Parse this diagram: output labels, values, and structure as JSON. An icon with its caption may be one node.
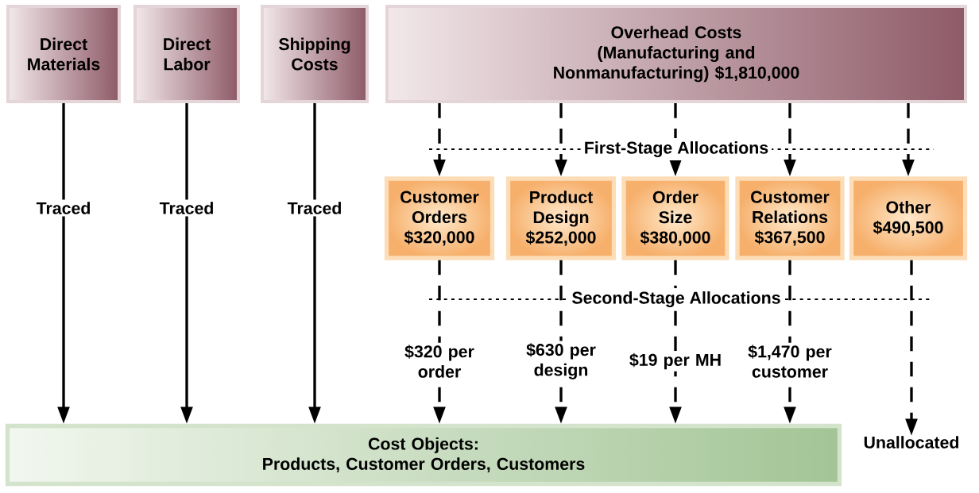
{
  "diagram": {
    "nodes": [
      {
        "text": [
          "Direct Materials"
        ]
      },
      {
        "text": [
          "Direct Labor"
        ]
      },
      {
        "text": [
          "Shipping Costs"
        ]
      },
      {
        "text": [
          "Overhead Costs",
          "(Manufacturing and Nonmanufacturing) $1,810,000"
        ]
      },
      {
        "text": [
          "Customer Orders $320,000"
        ]
      },
      {
        "text": [
          "Product Design $252,000"
        ]
      },
      {
        "text": [
          "Order Size $380,000"
        ]
      },
      {
        "text": [
          "Customer Relations $367,500"
        ]
      },
      {
        "text": [
          "Other $490,500"
        ]
      },
      {
        "text": [
          "Cost Objects:",
          "Products, Customer Orders, Customers"
        ]
      },
      {
        "text": [
          "Unallocated"
        ]
      }
    ],
    "edges": [
      {
        "from": 0,
        "to": 9,
        "arrow": "to",
        "label": "Traced"
      },
      {
        "from": 1,
        "to": 9,
        "arrow": "to",
        "label": "Traced"
      },
      {
        "from": 2,
        "to": 9,
        "arrow": "to",
        "label": "Traced"
      },
      {
        "from": 3,
        "to": 4,
        "arrow": "to",
        "style": "dashed"
      },
      {
        "from": 3,
        "to": 5,
        "arrow": "to",
        "style": "dashed"
      },
      {
        "from": 3,
        "to": 6,
        "arrow": "to",
        "style": "dashed"
      },
      {
        "from": 3,
        "to": 7,
        "arrow": "to",
        "style": "dashed"
      },
      {
        "from": 3,
        "to": 8,
        "arrow": "to",
        "style": "dashed"
      },
      {
        "from": 4,
        "to": 9,
        "arrow": "to",
        "style": "dashed",
        "label": "$320 per order"
      },
      {
        "from": 5,
        "to": 9,
        "arrow": "to",
        "style": "dashed",
        "label": "$630 per design"
      },
      {
        "from": 6,
        "to": 9,
        "arrow": "to",
        "style": "dashed",
        "label": "$19 per MH"
      },
      {
        "from": 7,
        "to": 9,
        "arrow": "to",
        "style": "dashed",
        "label": "$1,470 per customer"
      },
      {
        "from": 8,
        "to": 10,
        "arrow": "to",
        "style": "dashed"
      }
    ],
    "labels": [
      "First-Stage Allocations",
      "Second-Stage Allocations"
    ]
  }
}
